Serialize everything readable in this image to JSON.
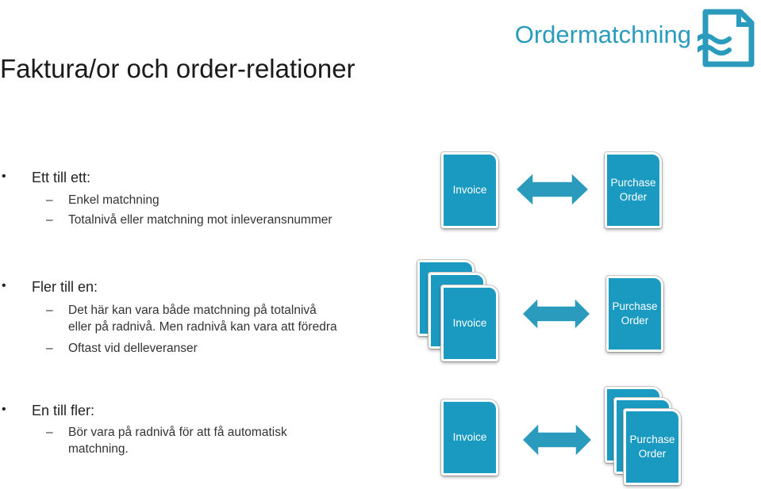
{
  "header": {
    "brand_title": "Ordermatchning",
    "brand_icon": "document-match-icon",
    "page_title": "Faktura/or och order-relationer"
  },
  "sections": [
    {
      "heading": "Ett till ett:",
      "items": [
        "Enkel matchning",
        "Totalnivå eller matchning mot inleveransnummer"
      ],
      "left_card": "Invoice",
      "right_card": "Purchase Order"
    },
    {
      "heading": "Fler till en:",
      "items": [
        "Det här kan vara både matchning på totalnivå",
        "eller på radnivå. Men radnivå kan vara att föredra",
        "Oftast vid delleveranser"
      ],
      "left_card": "Invoice",
      "right_card": "Purchase Order"
    },
    {
      "heading": "En till fler:",
      "items": [
        "Bör vara på radnivå för att få automatisk",
        "matchning."
      ],
      "left_card": "Invoice",
      "right_card": "Purchase Order"
    }
  ],
  "colors": {
    "accent": "#1a9ac0",
    "brand_text": "#2a9bbd",
    "arrow": "#2a9bbd"
  }
}
